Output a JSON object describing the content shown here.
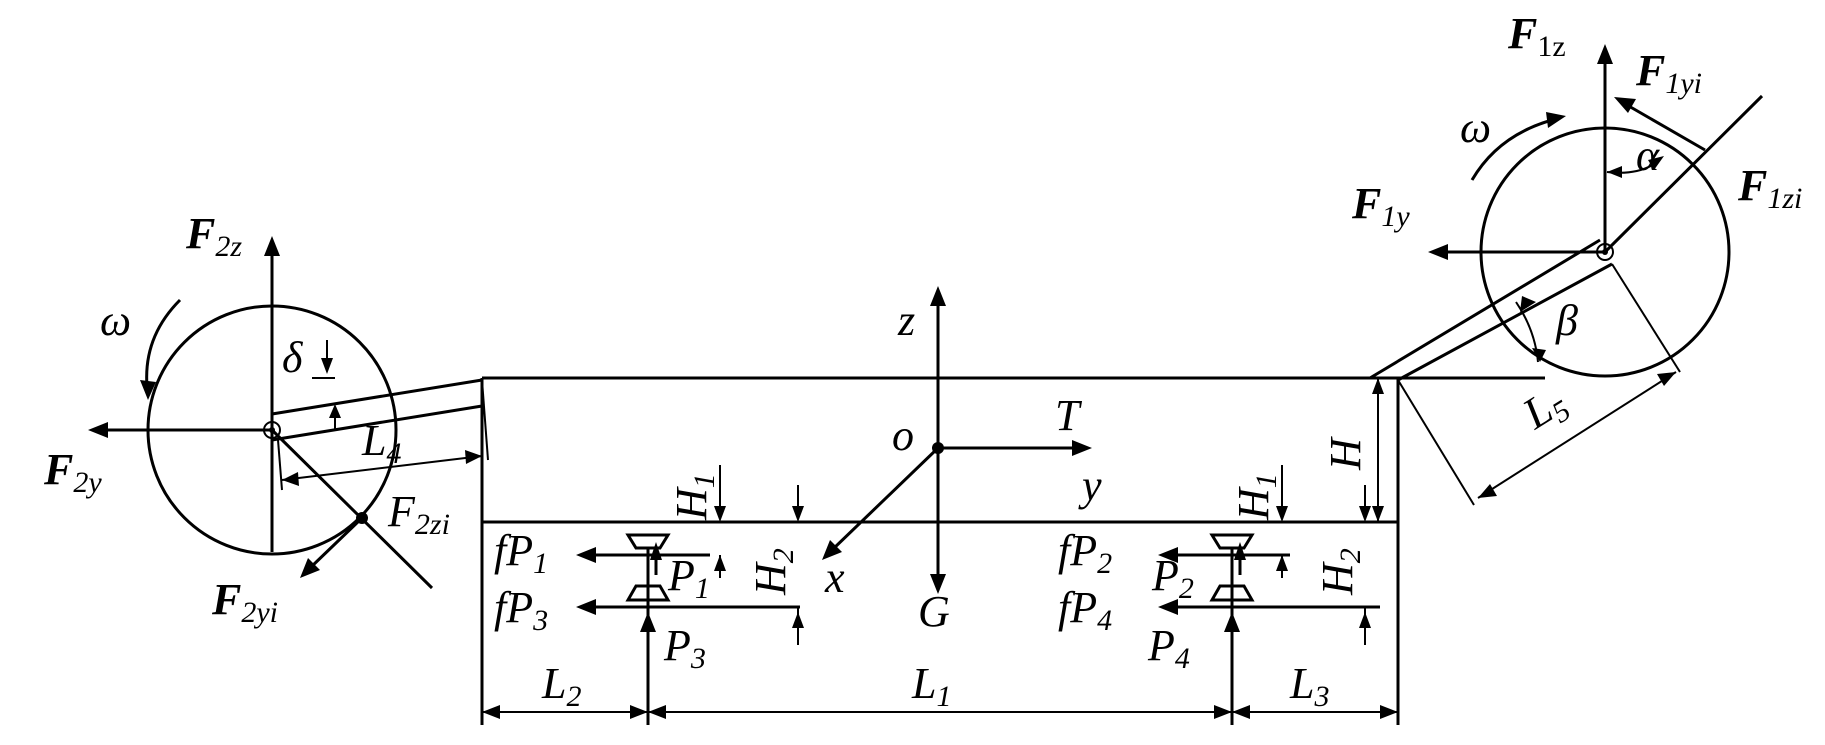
{
  "labels": {
    "F1z": {
      "main": "F",
      "sub": "1z"
    },
    "F1yi": {
      "main": "F",
      "sub": "1yi"
    },
    "F1zi": {
      "main": "F",
      "sub": "1zi"
    },
    "F1y": {
      "main": "F",
      "sub": "1y"
    },
    "F2z": {
      "main": "F",
      "sub": "2z"
    },
    "F2y": {
      "main": "F",
      "sub": "2y"
    },
    "F2zi": {
      "main": "F",
      "sub": "2zi"
    },
    "F2yi": {
      "main": "F",
      "sub": "2yi"
    },
    "omega_right": "ω",
    "omega_left": "ω",
    "alpha": "α",
    "beta": "β",
    "delta": "δ",
    "z": "z",
    "o": "o",
    "T": "T",
    "y": "y",
    "x": "x",
    "G": "G",
    "H": "H",
    "H1_left": {
      "main": "H",
      "sub": "1"
    },
    "H2_left": {
      "main": "H",
      "sub": "2"
    },
    "H1_right": {
      "main": "H",
      "sub": "1"
    },
    "H2_right": {
      "main": "H",
      "sub": "2"
    },
    "fP1": {
      "main": "fP",
      "sub": "1"
    },
    "fP3": {
      "main": "fP",
      "sub": "3"
    },
    "fP2": {
      "main": "fP",
      "sub": "2"
    },
    "fP4": {
      "main": "fP",
      "sub": "4"
    },
    "P1": {
      "main": "P",
      "sub": "1"
    },
    "P2": {
      "main": "P",
      "sub": "2"
    },
    "P3": {
      "main": "P",
      "sub": "3"
    },
    "P4": {
      "main": "P",
      "sub": "4"
    },
    "L1": {
      "main": "L",
      "sub": "1"
    },
    "L2": {
      "main": "L",
      "sub": "2"
    },
    "L3": {
      "main": "L",
      "sub": "3"
    },
    "L4": {
      "main": "L",
      "sub": "4"
    },
    "L5": {
      "main": "L",
      "sub": "5"
    }
  }
}
